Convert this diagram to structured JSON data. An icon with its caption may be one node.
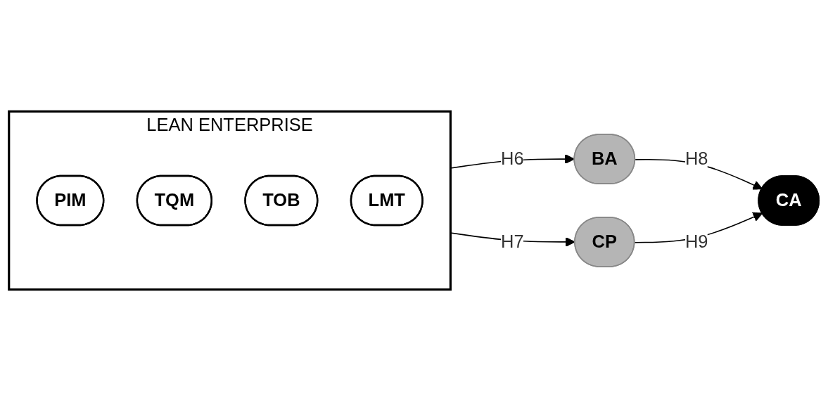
{
  "diagram": {
    "nodes": [
      {
        "text": [
          "LEAN ENTERPRISE"
        ]
      },
      {
        "text": [
          "PIM"
        ],
        "in": 0
      },
      {
        "text": [
          "TQM"
        ],
        "in": 0
      },
      {
        "text": [
          "TOB"
        ],
        "in": 0
      },
      {
        "text": [
          "LMT"
        ],
        "in": 0
      },
      {
        "text": [
          "BA"
        ]
      },
      {
        "text": [
          "CP"
        ]
      },
      {
        "text": [
          "CA"
        ]
      }
    ],
    "edges": [
      {
        "from": 0,
        "to": 5,
        "arrow": "to",
        "label": "H6"
      },
      {
        "from": 0,
        "to": 6,
        "arrow": "to",
        "label": "H7"
      },
      {
        "from": 5,
        "to": 7,
        "arrow": "to",
        "label": "H8"
      },
      {
        "from": 6,
        "to": 7,
        "arrow": "to",
        "label": "H9"
      }
    ]
  }
}
